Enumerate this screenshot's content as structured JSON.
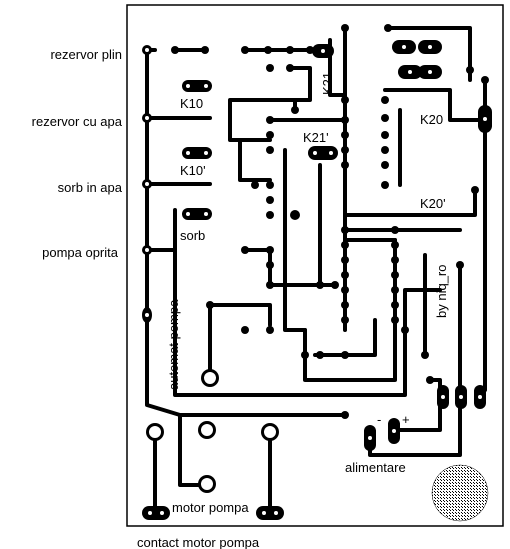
{
  "side_labels": {
    "rezervor_plin": "rezervor plin",
    "rezervor_cu_apa": "rezervor cu apa",
    "sorb_in_apa": "sorb in apa",
    "pompa_oprita": "pompa oprita"
  },
  "board_labels": {
    "k10": "K10",
    "k10p": "K10'",
    "sorb": "sorb",
    "k21": "K21",
    "k21p": "K21'",
    "k20": "K20",
    "k20p": "K20'",
    "automat_pompa": "automat pompa",
    "by_niq_ro": "by niq_ro",
    "minus": "-",
    "plus": "+",
    "alimentare": "alimentare",
    "motor_pompa": "motor pompa"
  },
  "footer": {
    "contact_motor_pompa": "contact motor pompa"
  },
  "colors": {
    "copper": "#000000",
    "hole": "#ffffff",
    "board": "#ffffff"
  }
}
